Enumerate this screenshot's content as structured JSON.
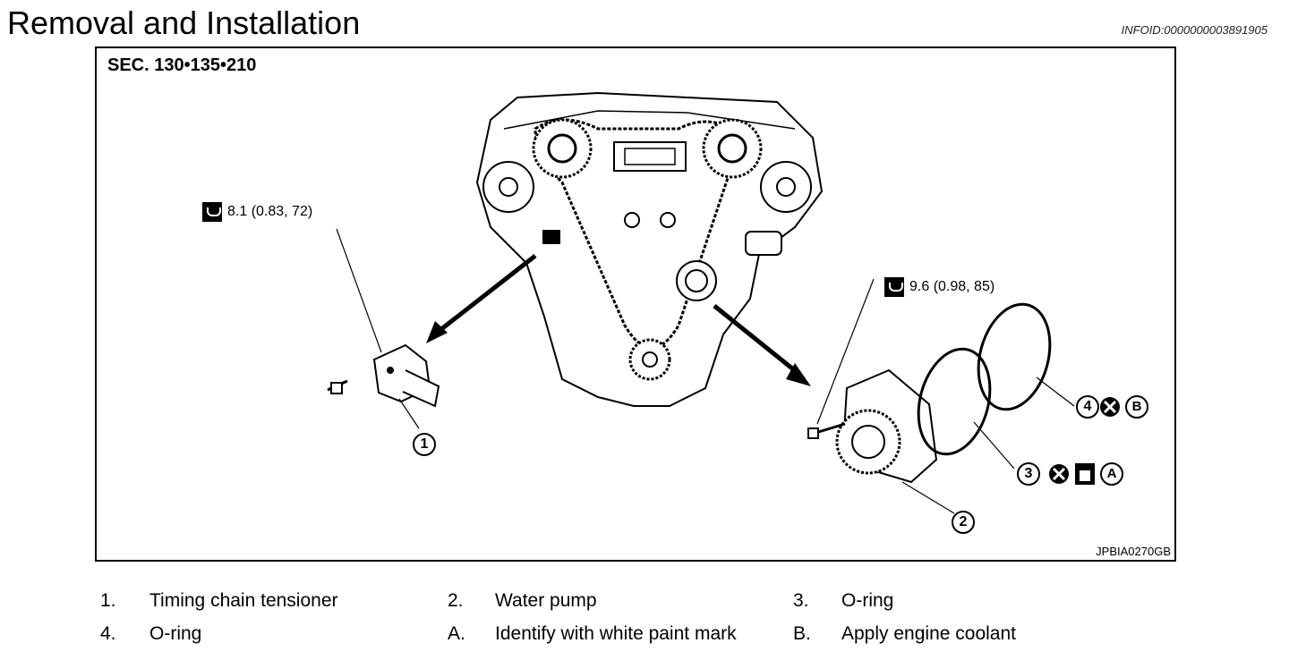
{
  "header": {
    "title": "Removal and Installation",
    "info_id": "INFOID:0000000003891905"
  },
  "figure": {
    "section_label": "SEC. 130•135•210",
    "code": "JPBIA0270GB",
    "torque_1": "8.1 (0.83, 72)",
    "torque_2": "9.6 (0.98, 85)",
    "callouts": [
      "1",
      "2",
      "3",
      "4"
    ],
    "marks": [
      "A",
      "B"
    ]
  },
  "legend": [
    [
      {
        "num": "1.",
        "text": "Timing chain tensioner"
      },
      {
        "num": "2.",
        "text": "Water pump"
      },
      {
        "num": "3.",
        "text": "O-ring"
      }
    ],
    [
      {
        "num": "4.",
        "text": "O-ring"
      },
      {
        "num": "A.",
        "text": "Identify with white paint mark"
      },
      {
        "num": "B.",
        "text": "Apply engine coolant"
      }
    ]
  ]
}
